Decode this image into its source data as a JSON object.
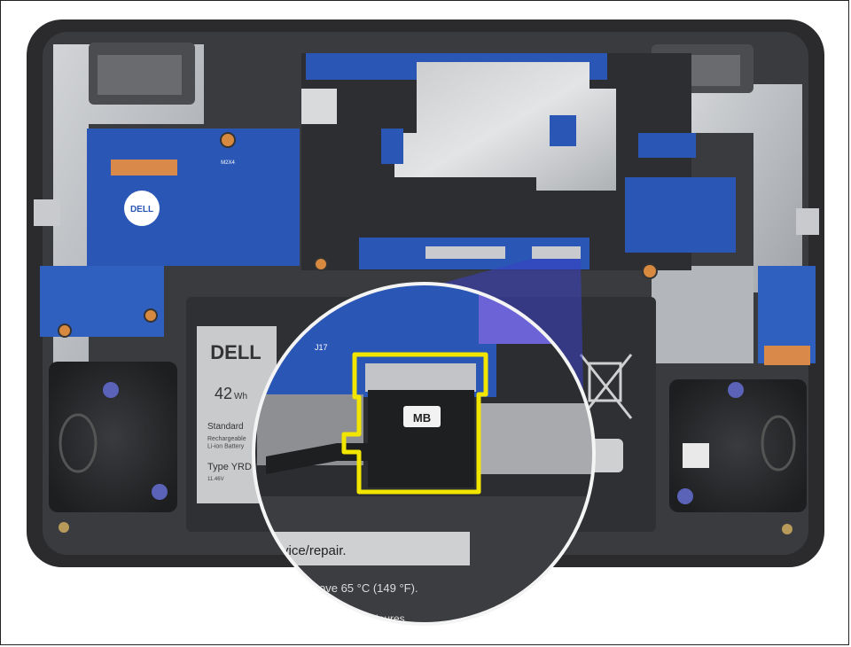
{
  "battery_label": {
    "brand": "DELL",
    "capacity": "42",
    "capacity_unit": "Wh",
    "standard": "Standard",
    "desc": "Rechargeable\nLi-ion Battery",
    "type_prefix": "Type YRD",
    "voltage": "11.46V"
  },
  "board": {
    "logo": "DELL",
    "screw_label": "M2X4"
  },
  "callout": {
    "cable_tag": "MB",
    "connector_tag": "J17",
    "warning_line_1": "vice/repair.",
    "warning_line_2": "ove 65 °C (149 °F).",
    "warning_line_3": "rieures"
  },
  "colors": {
    "chassis": "#2b2b2d",
    "board_blue": "#2a56b5",
    "highlight": "#f2e600",
    "metal": "#b9bcc0",
    "battery": "#2f3033"
  }
}
